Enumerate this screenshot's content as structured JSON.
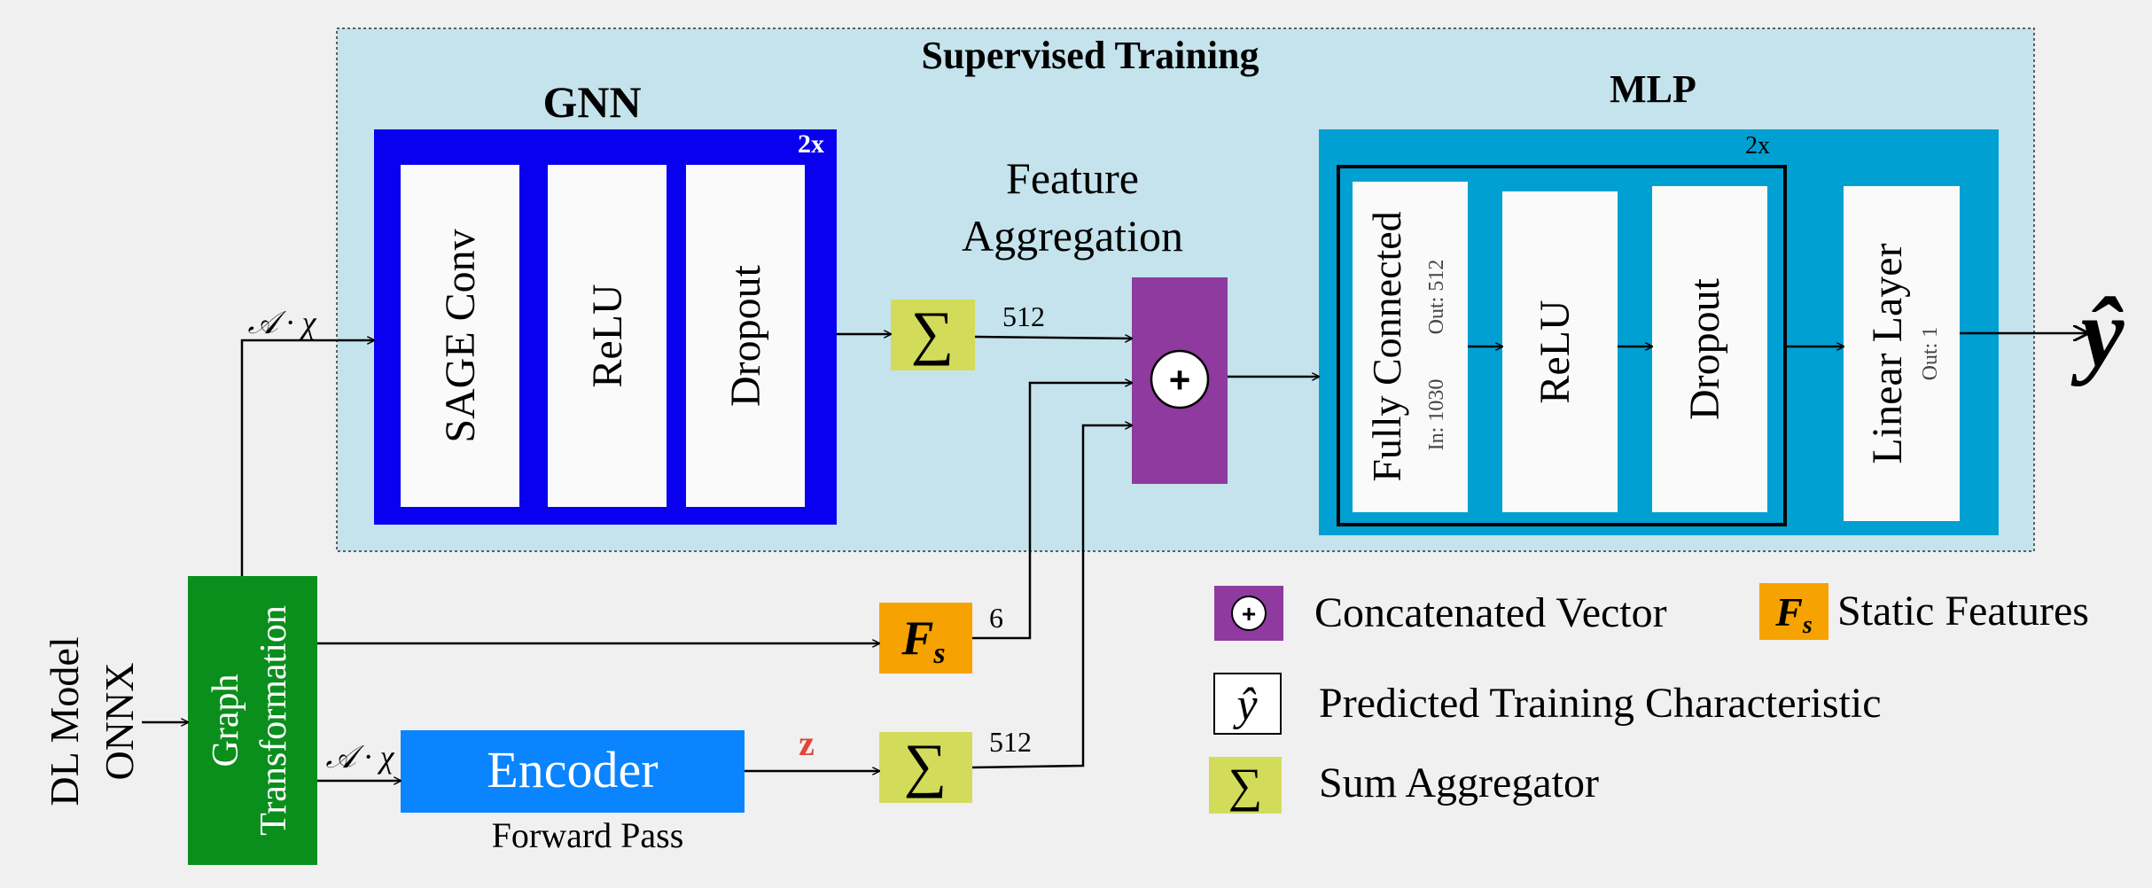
{
  "supervised": {
    "title": "Supervised Training"
  },
  "gnn": {
    "title": "GNN",
    "repeat": "2x",
    "layers": [
      "SAGE Conv",
      "ReLU",
      "Dropout"
    ]
  },
  "aggregation": {
    "title_line1": "Feature",
    "title_line2": "Aggregation",
    "gnn_dim": "512",
    "static_dim": "6",
    "encoder_dim": "512"
  },
  "mlp": {
    "title": "MLP",
    "repeat": "2x",
    "fc_label": "Fully Connected",
    "fc_in": "In: 1030",
    "fc_out": "Out: 512",
    "relu": "ReLU",
    "dropout": "Dropout",
    "linear_label": "Linear Layer",
    "linear_out": "Out: 1"
  },
  "output": {
    "symbol": "ŷ"
  },
  "input": {
    "line1": "DL Model",
    "line2": "ONNX"
  },
  "graph_transform": {
    "line1": "Graph",
    "line2": "Transformation"
  },
  "edges": {
    "graph_label_top": "𝒜 · χ",
    "graph_label_bottom": "𝒜 · χ",
    "z_label": "z"
  },
  "encoder": {
    "label": "Encoder",
    "caption": "Forward Pass"
  },
  "symbols": {
    "sum": "∑",
    "plus": "+",
    "fs_main": "F",
    "fs_sub": "s"
  },
  "legend": {
    "concat": "Concatenated Vector",
    "static": "Static Features",
    "predicted": "Predicted Training Characteristic",
    "sum": "Sum Aggregator"
  },
  "colors": {
    "supervised_bg": "#c5e3ec",
    "gnn_blue": "#0a00f0",
    "mlp_blue": "#00a0d2",
    "agg_purple": "#8e3a9e",
    "sum_yellow": "#d3dc5a",
    "fs_orange": "#f6a200",
    "graph_green": "#0a8f1c",
    "encoder_blue": "#0a84ff",
    "z_red": "#e0443a"
  }
}
